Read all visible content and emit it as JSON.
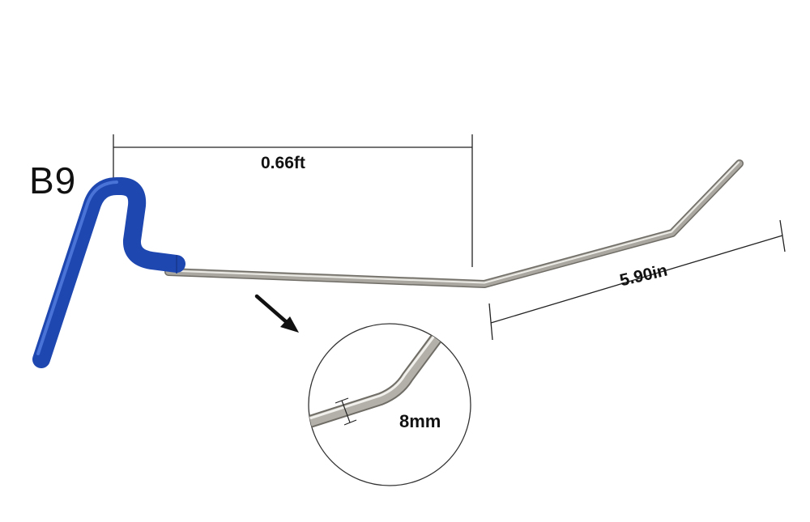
{
  "diagram": {
    "model": "B9",
    "length_label": "0.66ft",
    "tip_length_label": "5.90in",
    "diameter_label": "8mm"
  },
  "colors": {
    "handle": "#1f47b0",
    "handle_highlight": "#5d86e8",
    "rod": "#a9a79f",
    "rod_highlight": "#ecebe6",
    "rod_shadow": "#6f6d66",
    "dimension_line": "#222222",
    "zoom_circle": "#333333"
  },
  "icons": [
    "arrow-pointer-icon",
    "zoom-circle-icon"
  ]
}
